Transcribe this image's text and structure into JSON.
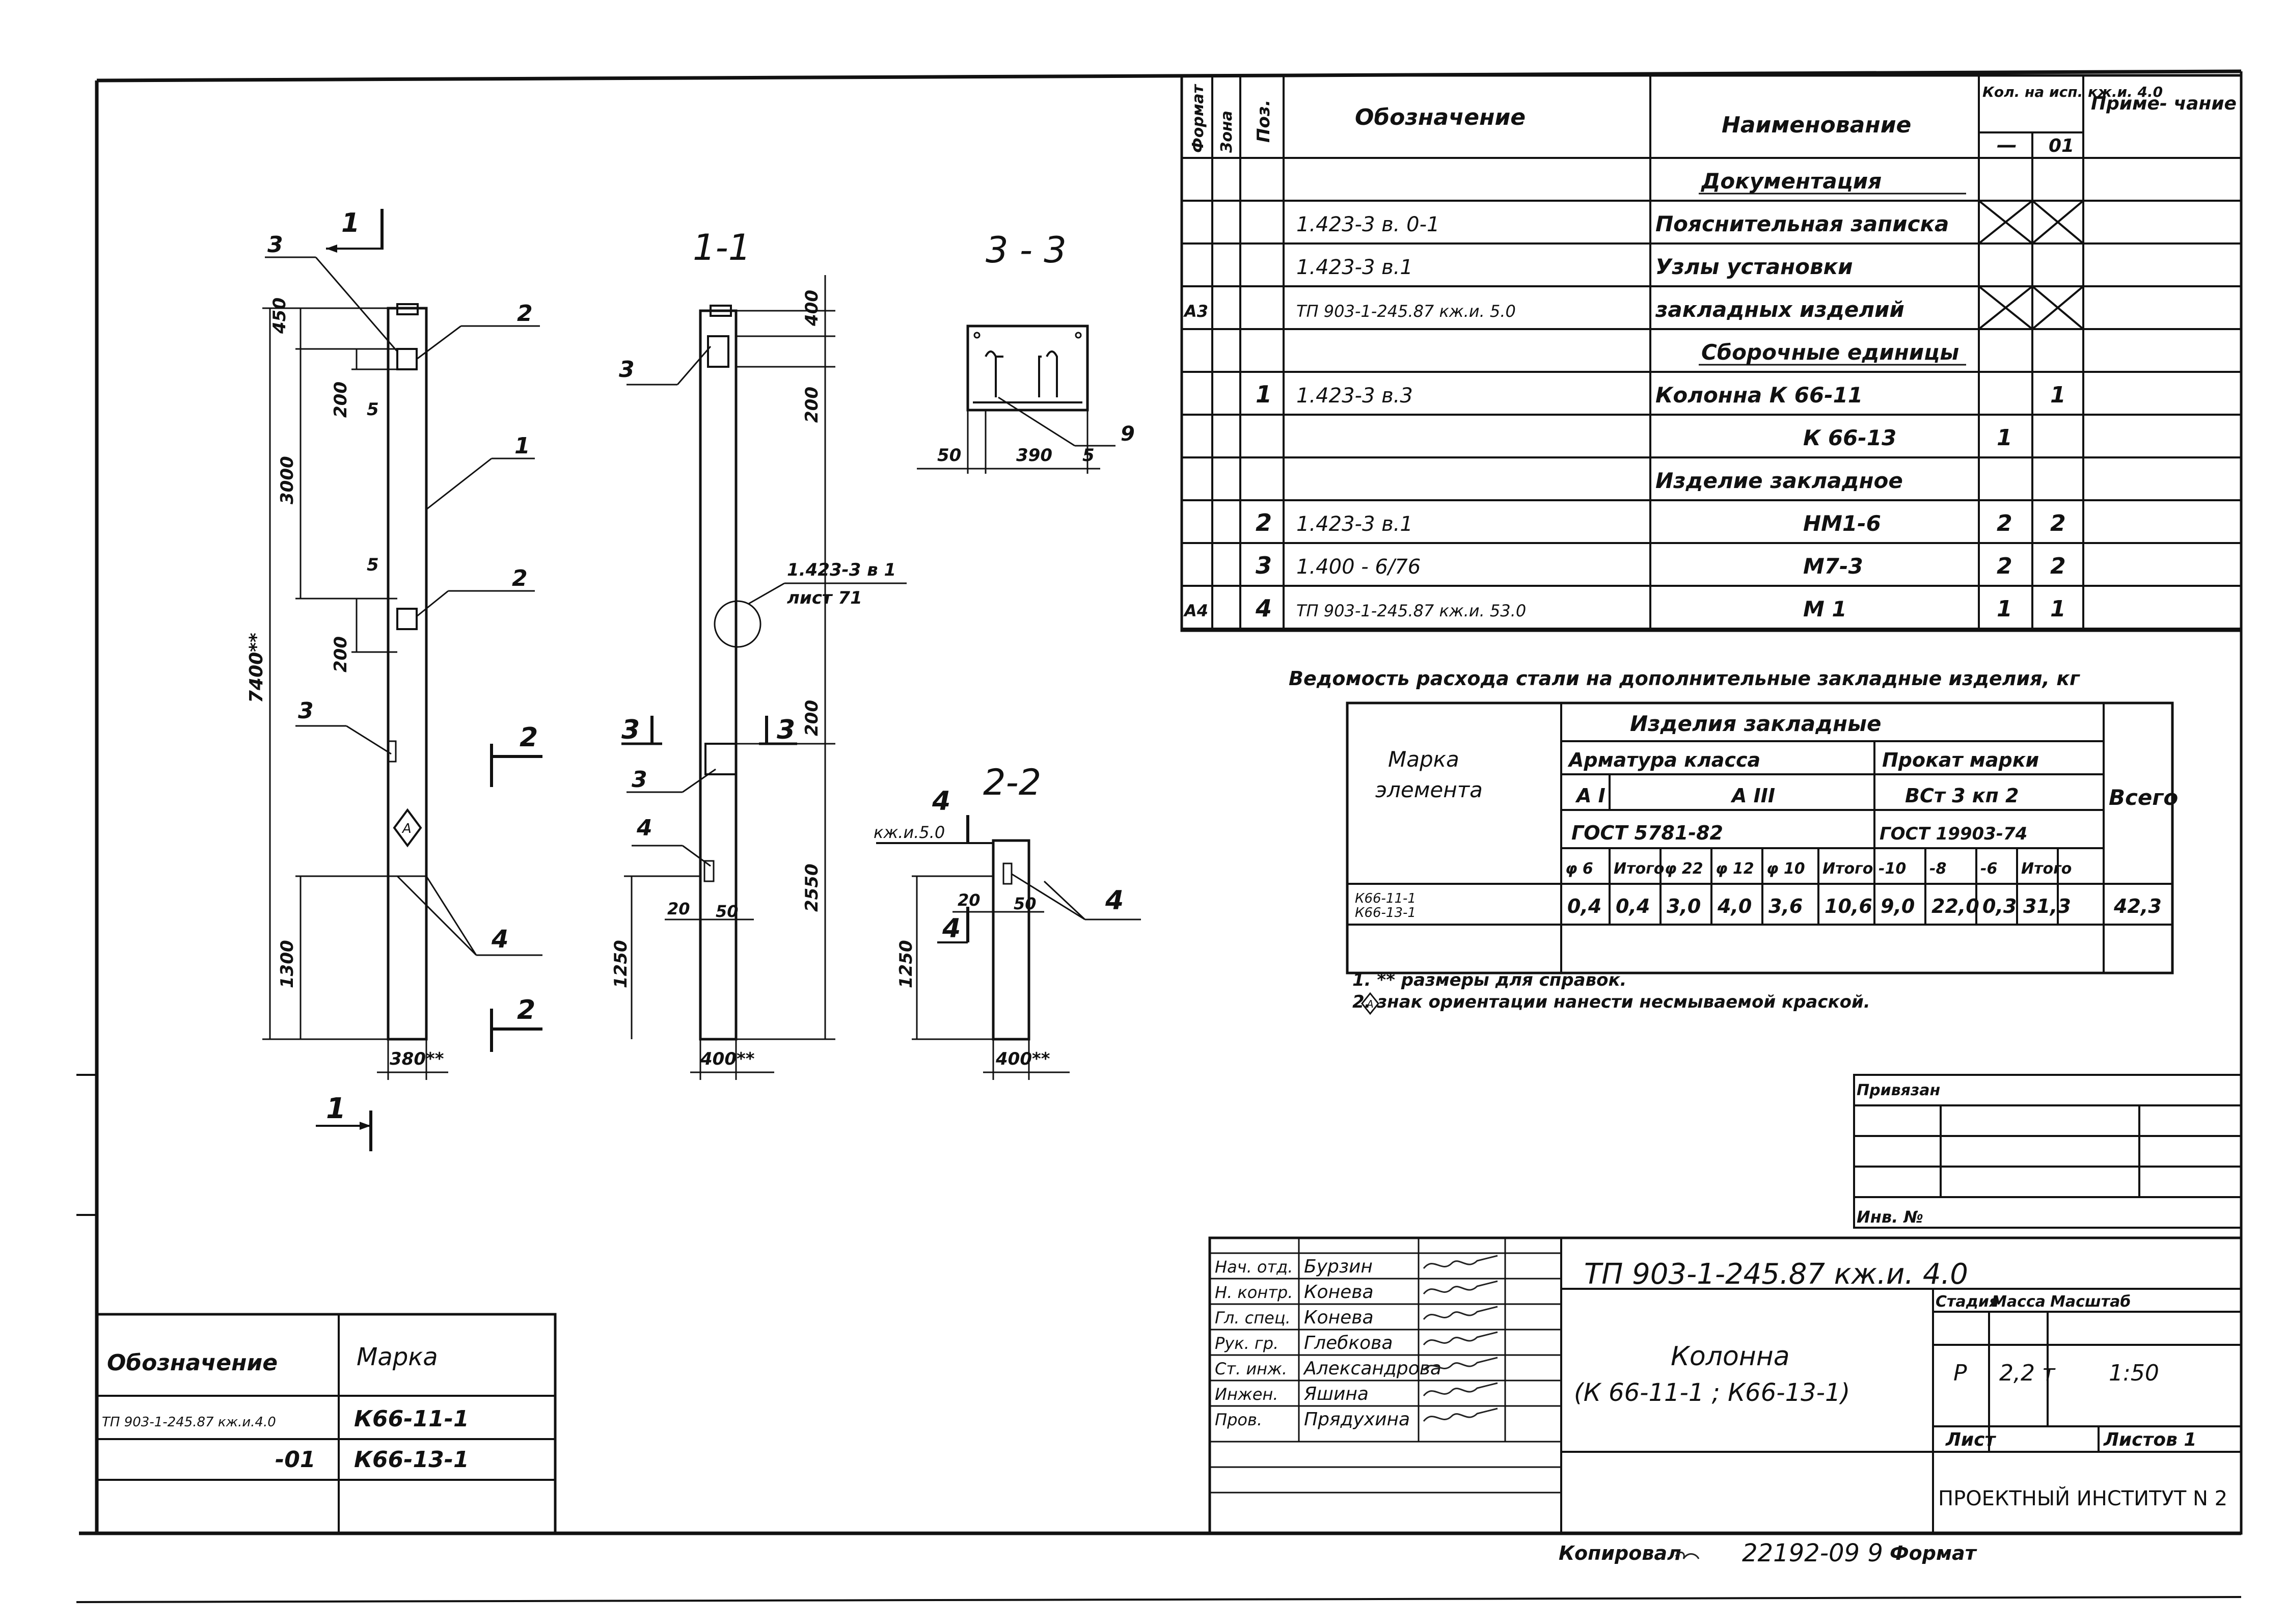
{
  "spec_table": {
    "headers": {
      "format": "Формат",
      "zone": "Зона",
      "pos": "Поз.",
      "designation": "Обозначение",
      "name": "Наименование",
      "qty": "Кол. на исп. кж.и. 4.0",
      "qty_sub1": "—",
      "qty_sub2": "01",
      "note": "Приме- чание"
    },
    "rows": [
      {
        "fmt": "",
        "pos": "",
        "des": "",
        "name": "Документация",
        "q1": "",
        "q2": "",
        "section": true
      },
      {
        "fmt": "",
        "pos": "",
        "des": "1.423-3  в. 0-1",
        "name": "Пояснительная записка",
        "q1": "X",
        "q2": "X"
      },
      {
        "fmt": "",
        "pos": "",
        "des": "1.423-3  в.1",
        "name": "Узлы установки",
        "q1": "",
        "q2": ""
      },
      {
        "fmt": "А3",
        "pos": "",
        "des": "ТП 903-1-245.87   кж.и. 5.0",
        "name": "закладных изделий",
        "q1": "X",
        "q2": "X"
      },
      {
        "fmt": "",
        "pos": "",
        "des": "",
        "name": "Сборочные единицы",
        "q1": "",
        "q2": "",
        "section": true
      },
      {
        "fmt": "",
        "pos": "1",
        "des": "1.423-3  в.3",
        "name": "Колонна  К 66-11",
        "q1": "",
        "q2": "1"
      },
      {
        "fmt": "",
        "pos": "",
        "des": "",
        "name": "К 66-13",
        "q1": "1",
        "q2": ""
      },
      {
        "fmt": "",
        "pos": "",
        "des": "",
        "name": "Изделие закладное",
        "q1": "",
        "q2": ""
      },
      {
        "fmt": "",
        "pos": "2",
        "des": "1.423-3  в.1",
        "name": "НМ1-6",
        "q1": "2",
        "q2": "2"
      },
      {
        "fmt": "",
        "pos": "3",
        "des": "1.400 - 6/76",
        "name": "М7-3",
        "q1": "2",
        "q2": "2"
      },
      {
        "fmt": "А4",
        "pos": "4",
        "des": "ТП 903-1-245.87  кж.и. 53.0",
        "name": "М 1",
        "q1": "1",
        "q2": "1"
      }
    ]
  },
  "steel_table": {
    "caption": "Ведомость расхода стали на дополнительные закладные изделия, кг",
    "col_mark": "Марка элемента",
    "group_title": "Изделия закладные",
    "armature": "Арматура класса",
    "rolled": "Прокат марки",
    "total": "Всего",
    "a1": "А I",
    "a3": "А III",
    "vst": "ВСт 3 кп 2",
    "gost1": "ГОСТ 5781-82",
    "gost2": "ГОСТ 19903-74",
    "sub": [
      "φ 6",
      "Итого",
      "φ 22",
      "φ 12",
      "φ 10",
      "Итого",
      "-10",
      "-8",
      "-6",
      "Итого"
    ],
    "row_mark": "К66-11-1 К66-13-1",
    "values": [
      "0,4",
      "0,4",
      "3,0",
      "4,0",
      "3,6",
      "10,6",
      "9,0",
      "22,0",
      "0,3",
      "31,3"
    ],
    "grand_total": "42,3"
  },
  "notes": [
    "1. ** размеры для справок.",
    "2. знак ориентации нанести несмываемой краской."
  ],
  "note_symbol": "А",
  "binding": {
    "label_bound": "Привязан",
    "label_inv": "Инв. №"
  },
  "title_block": {
    "doc_code": "ТП 903-1-245.87  кж.и. 4.0",
    "title_line1": "Колонна",
    "title_line2": "(К 66-11-1 ;  К66-13-1)",
    "stage_label": "Стадия",
    "mass_label": "Масса",
    "scale_label": "Масштаб",
    "stage": "Р",
    "mass": "2,2 т",
    "scale": "1:50",
    "sheet_label": "Лист",
    "sheets_label": "Листов 1",
    "org": "ПРОЕКТНЫЙ ИНСТИТУТ N 2",
    "people": [
      {
        "role": "Нач. отд.",
        "name": "Бурзин"
      },
      {
        "role": "Н. контр.",
        "name": "Конева"
      },
      {
        "role": "Гл. спец.",
        "name": "Конева"
      },
      {
        "role": "Рук. гр.",
        "name": "Глебкова"
      },
      {
        "role": "Ст. инж.",
        "name": "Александрова"
      },
      {
        "role": "Инжен.",
        "name": "Яшина"
      },
      {
        "role": "Пров.",
        "name": "Прядухина"
      }
    ]
  },
  "copy_line": "Копировал",
  "copy_number": "22192-09  9",
  "format_label": "Формат",
  "marks_table": {
    "h1": "Обозначение",
    "h2": "Марка",
    "rows": [
      {
        "des": "ТП 903-1-245.87 кж.и.4.0",
        "mark": "К66-11-1"
      },
      {
        "des": "-01",
        "mark": "К66-13-1"
      }
    ]
  },
  "drawing": {
    "sec_1_1": "1-1",
    "sec_3_3": "3 - 3",
    "sec_2_2": "2-2",
    "cut1": "1",
    "cut2": "2",
    "cut3": "3",
    "cut4": "4",
    "dims_main": [
      "450",
      "200",
      "3000",
      "5",
      "5",
      "200",
      "7400**",
      "1300",
      "380**"
    ],
    "dims_11": [
      "400",
      "200",
      "200",
      "2550",
      "1250",
      "20",
      "50",
      "400**"
    ],
    "dims_33": [
      "50",
      "390",
      "5"
    ],
    "dims_22": [
      "1250",
      "20",
      "50",
      "400**"
    ],
    "leaders": [
      "1",
      "2",
      "2",
      "3",
      "3",
      "4",
      "4",
      "9"
    ],
    "ref_label1": "1.423-3 в 1",
    "ref_label2": "лист 71",
    "ref_22": "кж.и.5.0",
    "orient": "А"
  }
}
